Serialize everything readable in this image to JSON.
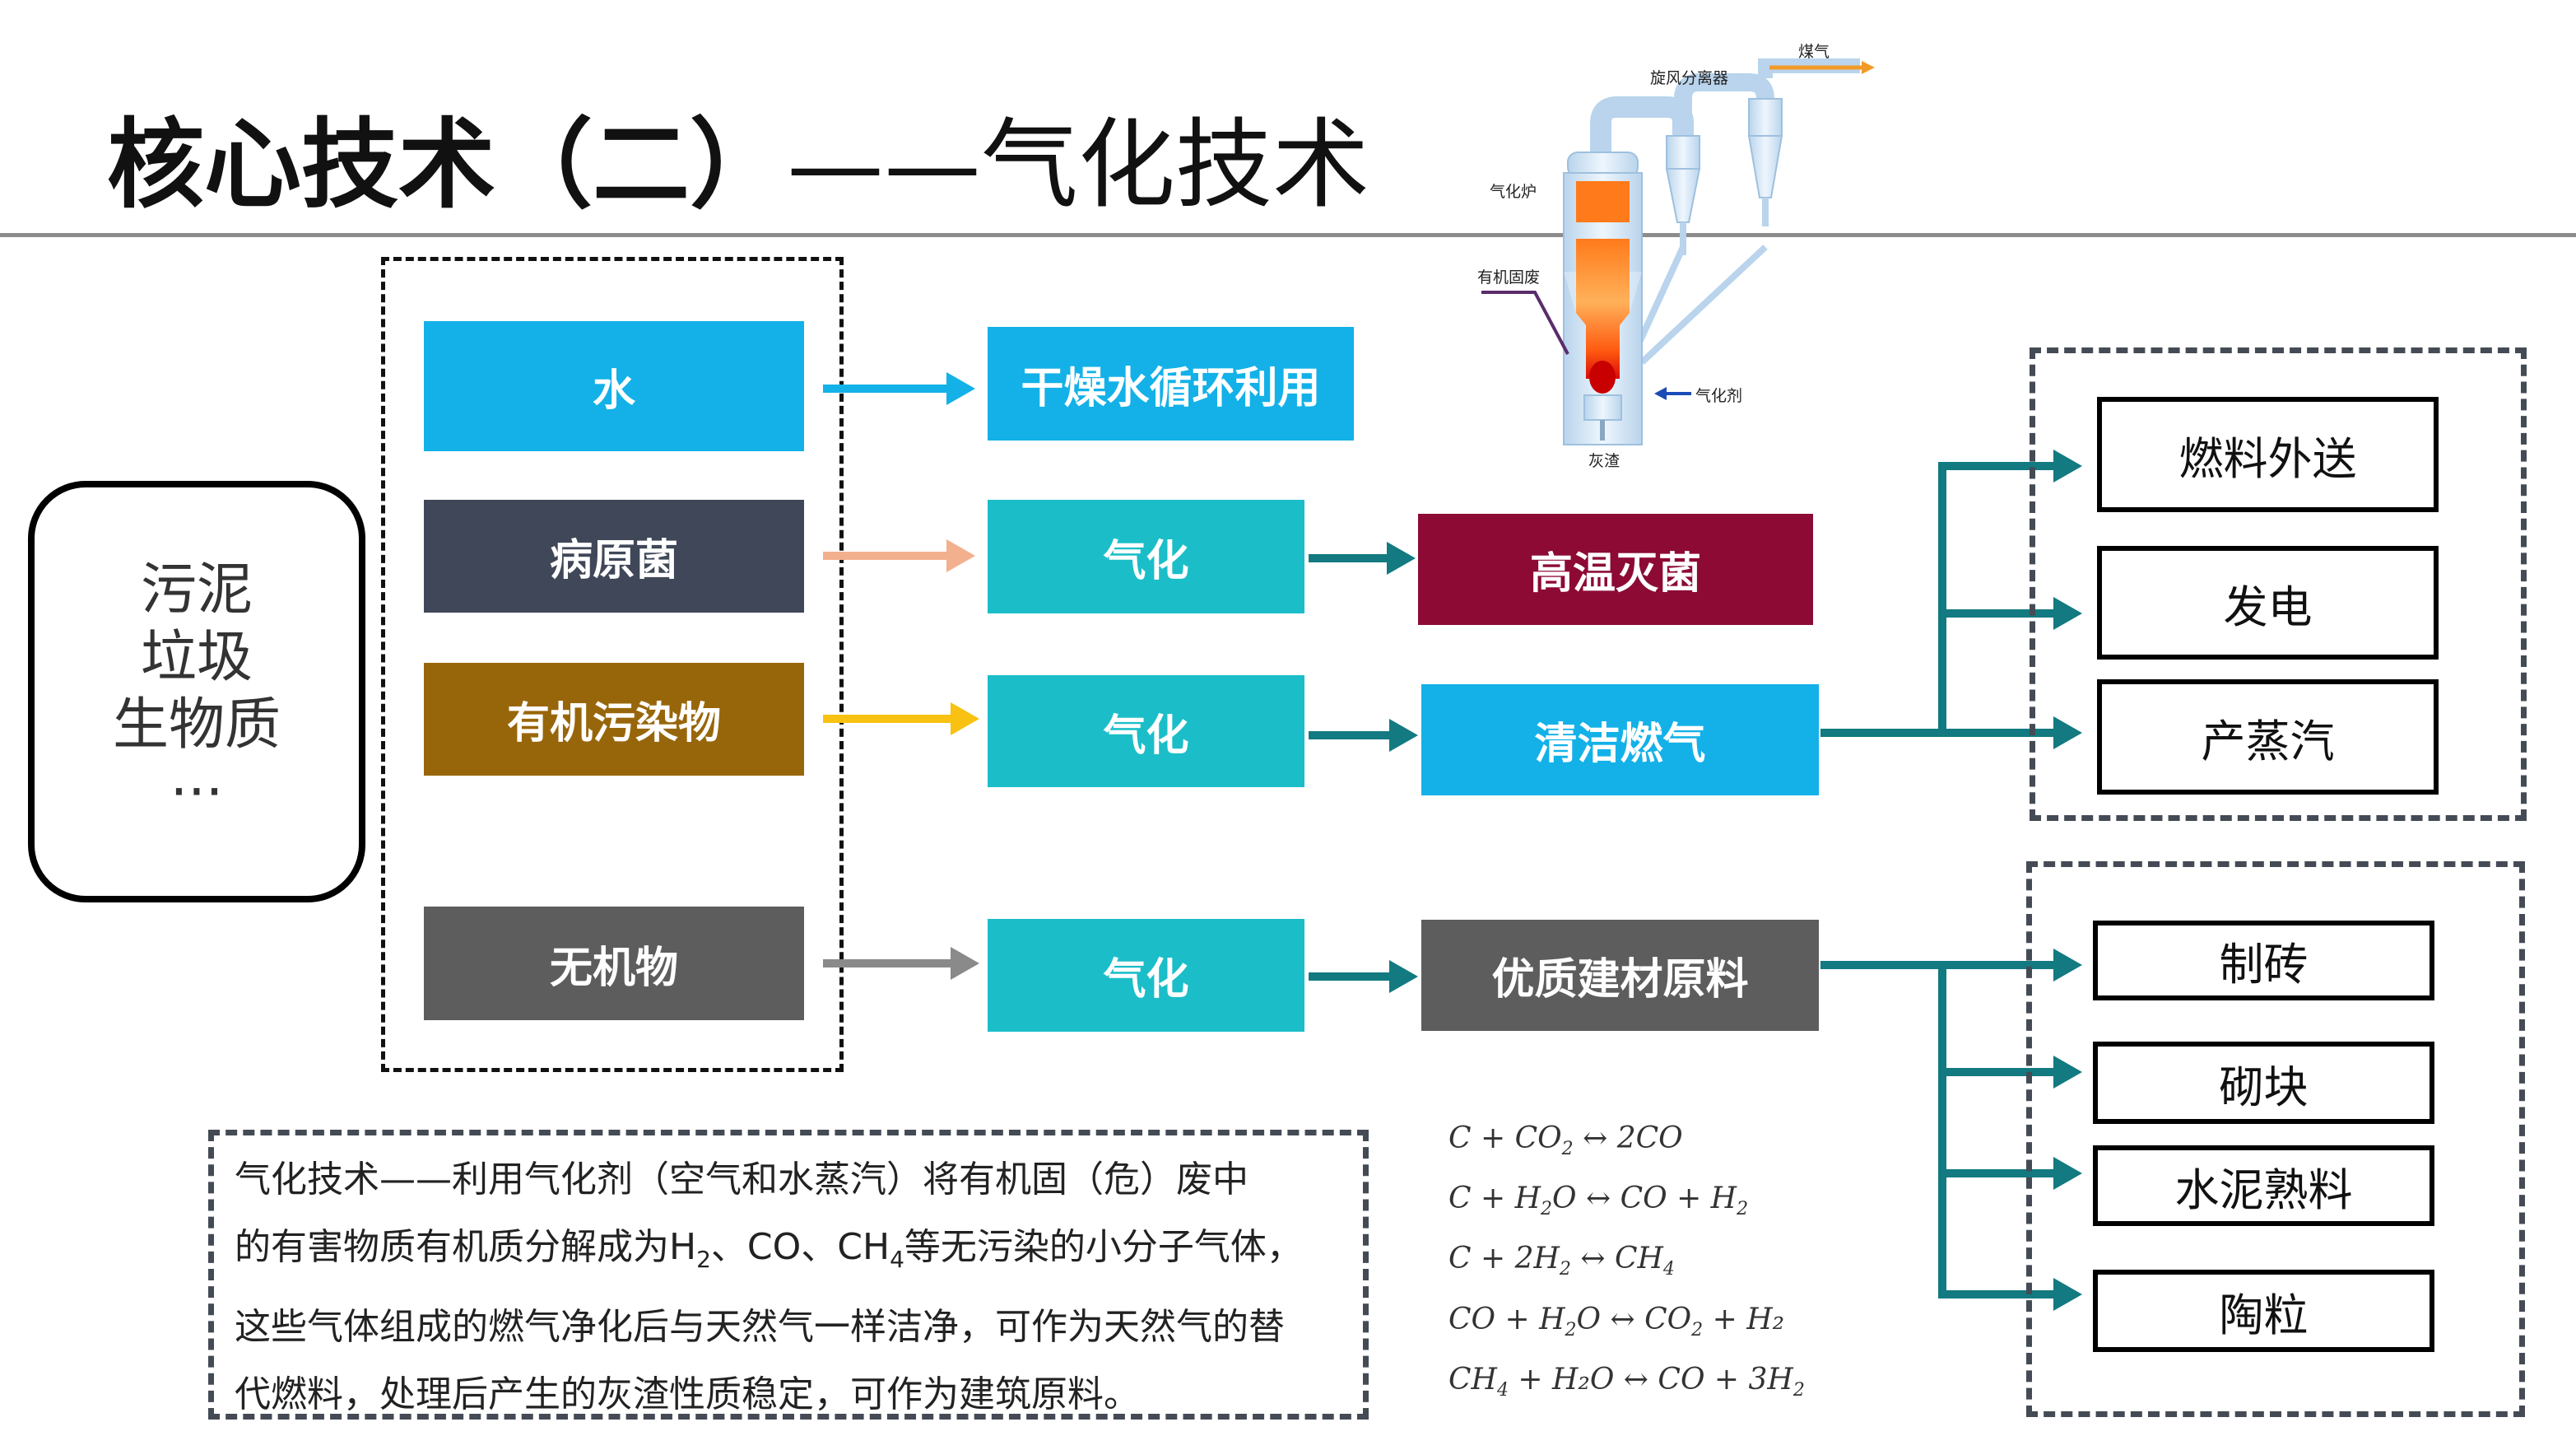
{
  "title": {
    "bold": "核心技术（二）",
    "normal": "——气化技术"
  },
  "source": {
    "lines": [
      "污泥",
      "垃圾",
      "生物质",
      "···"
    ]
  },
  "components": {
    "water": "水",
    "pathogen": "病原菌",
    "organic": "有机污染物",
    "inorganic": "无机物"
  },
  "processes": {
    "dry_water": "干燥水循环利用",
    "gasify": "气化",
    "sterilize": "高温灭菌",
    "clean_gas": "清洁燃气",
    "building": "优质建材原料"
  },
  "gas_uses": [
    "燃料外送",
    "发电",
    "产蒸汽"
  ],
  "material_uses": [
    "制砖",
    "砌块",
    "水泥熟料",
    "陶粒"
  ],
  "description": {
    "lines": [
      {
        "pre": "气化技术——利用气化剂（空气和水蒸汽）将有机固（危）废中"
      },
      {
        "pre": "的有害物质有机质分解成为H",
        "s1": "2",
        "mid": "、CO、CH",
        "s2": "4",
        "post": "等无污染的小分子气体，"
      },
      {
        "pre": "这些气体组成的燃气净化后与天然气一样洁净，可作为天然气的替"
      },
      {
        "pre": "代燃料，处理后产生的灰渣性质稳定，可作为建筑原料。"
      }
    ]
  },
  "equations": [
    {
      "a": "C + CO",
      "as": "2",
      "b": " ↔ 2CO",
      "bs": "",
      "c": ""
    },
    {
      "a": "C + H",
      "as": "2",
      "b": "O ↔ CO + H",
      "bs": "2",
      "c": ""
    },
    {
      "a": "C + 2H",
      "as": "2",
      "b": " ↔ CH",
      "bs": "4",
      "c": ""
    },
    {
      "a": "CO + H",
      "as": "2",
      "b": "O ↔ CO",
      "bs": "2",
      "c": " + H₂"
    },
    {
      "a": "CH",
      "as": "4",
      "b": " + H₂O ↔ CO + 3H",
      "bs": "2",
      "c": ""
    }
  ],
  "apparatus": {
    "gas_out": "煤气",
    "cyclone": "旋风分离器",
    "gasifier": "气化炉",
    "feed": "有机固废",
    "agent": "气化剂",
    "ash": "灰渣"
  },
  "colors": {
    "blue": "#13b1e8",
    "teal": "#1bbec8",
    "slate": "#3f4758",
    "brown": "#98660a",
    "gray": "#5d5d5d",
    "crimson": "#8c0a34",
    "arrow_teal": "#127a80",
    "arrow_peach": "#f3b08e",
    "arrow_yellow": "#f9c111",
    "arrow_gray": "#8a8a8a"
  }
}
